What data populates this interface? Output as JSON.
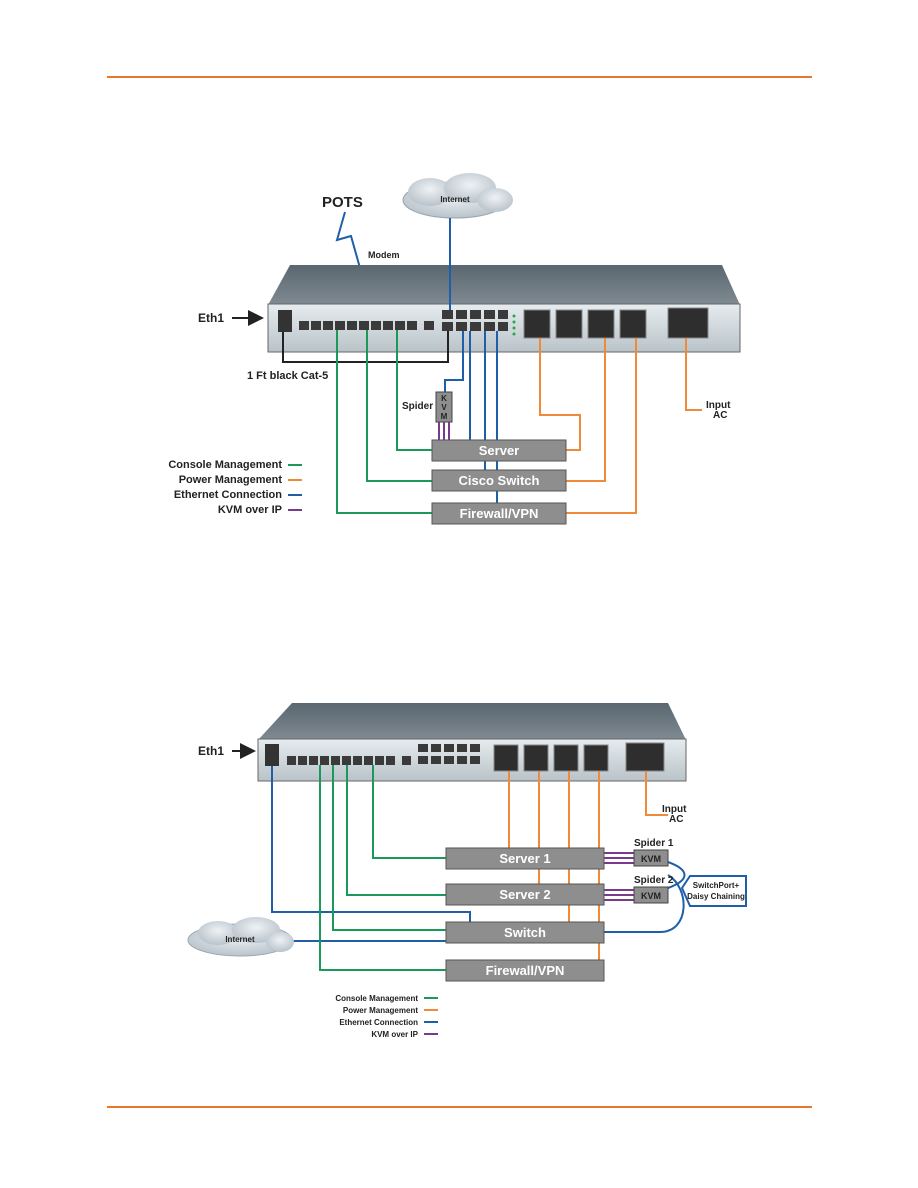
{
  "colors": {
    "accent_rule": "#e8772e",
    "console": "#1a9a5a",
    "power": "#ef8a3a",
    "ethernet": "#1f5fa8",
    "kvm": "#7a3a8c",
    "device_box": "#8e8e8e"
  },
  "diagram1": {
    "pots": "POTS",
    "modem": "Modem",
    "internet": "Internet",
    "eth1": "Eth1",
    "cable": "1 Ft black Cat-5",
    "spider": "Spider",
    "kvm_k": "K",
    "kvm_v": "V",
    "kvm_m": "M",
    "input": "Input",
    "ac": "AC",
    "boxes": [
      "Server",
      "Cisco Switch",
      "Firewall/VPN"
    ],
    "legend": [
      "Console Management",
      "Power Management",
      "Ethernet Connection",
      "KVM over IP"
    ]
  },
  "diagram2": {
    "eth1": "Eth1",
    "internet": "Internet",
    "input": "Input",
    "ac": "AC",
    "spider1": "Spider 1",
    "spider2": "Spider 2",
    "kvm": "KVM",
    "switchport1": "SwitchPort+",
    "switchport2": "Daisy Chaining",
    "boxes": [
      "Server 1",
      "Server 2",
      "Switch",
      "Firewall/VPN"
    ],
    "legend": [
      "Console Management",
      "Power Management",
      "Ethernet Connection",
      "KVM over IP"
    ]
  }
}
